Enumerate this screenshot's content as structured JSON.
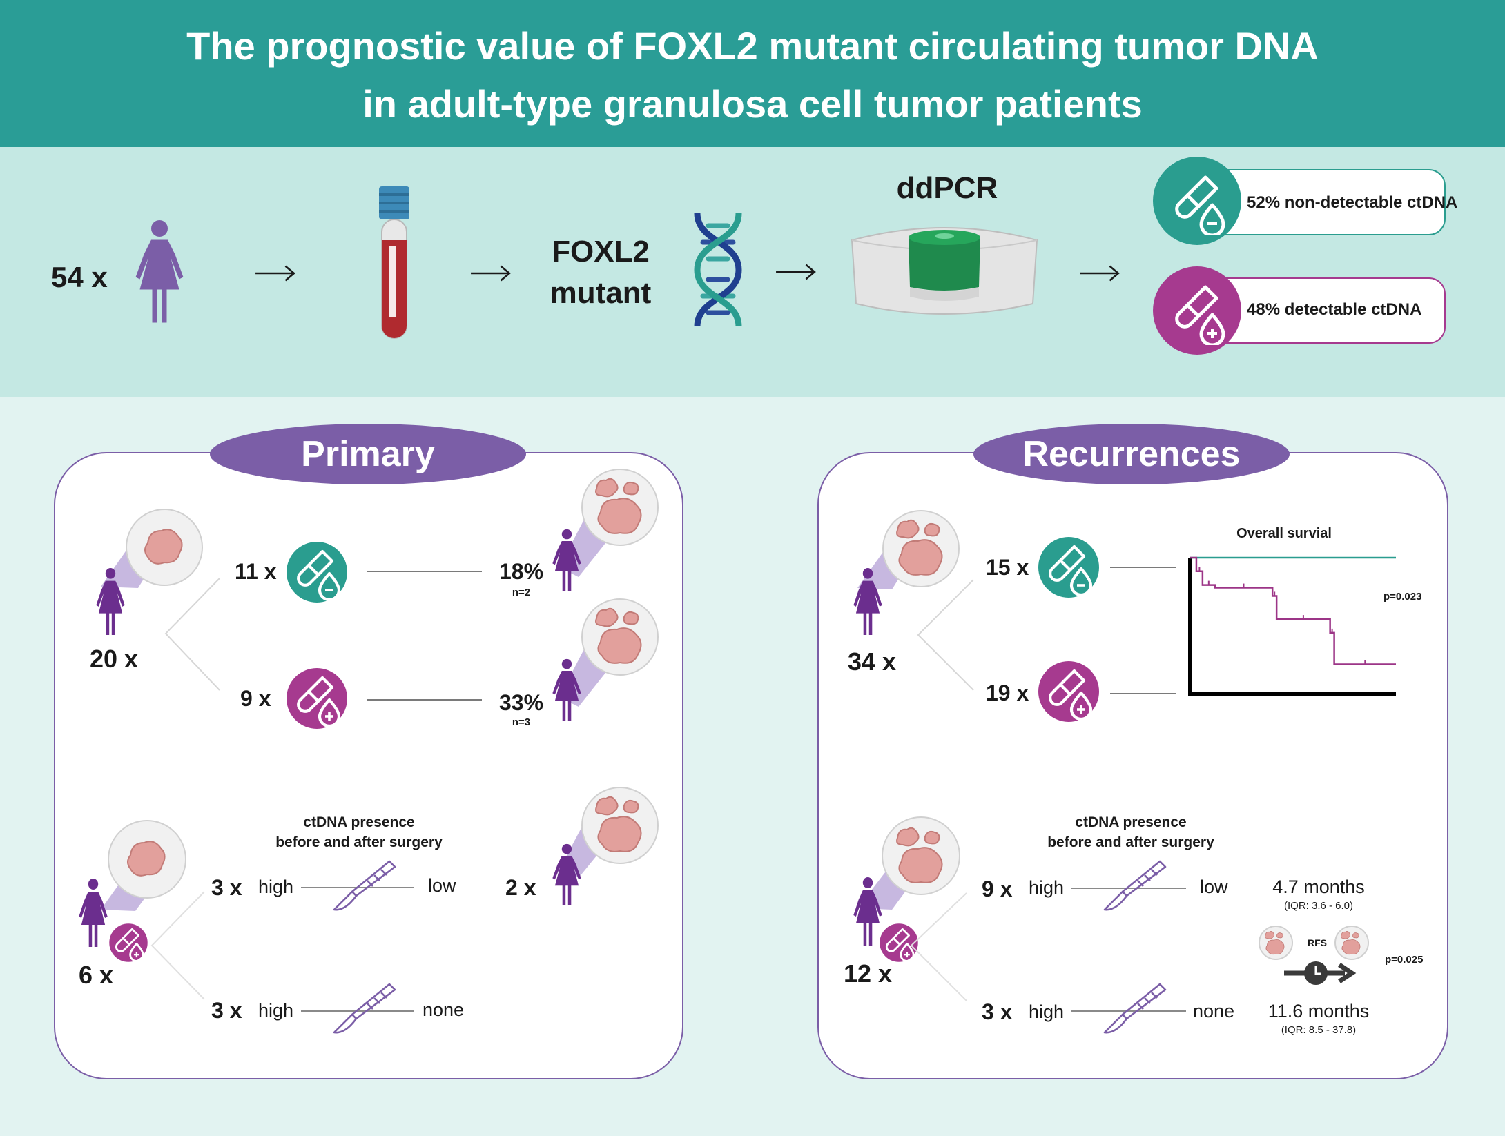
{
  "header": {
    "title_line1": "The prognostic value of FOXL2 mutant circulating tumor DNA",
    "title_line2": "in adult-type granulosa cell tumor patients"
  },
  "workflow": {
    "patients_count": "54 x",
    "mutation_line1": "FOXL2",
    "mutation_line2": "mutant",
    "method": "ddPCR",
    "outcome_negative": "52% non-detectable ctDNA",
    "outcome_positive": "48% detectable ctDNA"
  },
  "primary": {
    "title": "Primary",
    "total": "20 x",
    "neg_count": "11 x",
    "neg_pct": "18%",
    "neg_n": "n=2",
    "pos_count": "9 x",
    "pos_pct": "33%",
    "pos_n": "n=3",
    "surgery_heading_line1": "ctDNA presence",
    "surgery_heading_line2": "before and after surgery",
    "surgery_total": "6 x",
    "row1_count": "3 x",
    "row1_before": "high",
    "row1_after": "low",
    "row1_result": "2 x",
    "row2_count": "3 x",
    "row2_before": "high",
    "row2_after": "none"
  },
  "recurrences": {
    "title": "Recurrences",
    "total": "34 x",
    "neg_count": "15 x",
    "pos_count": "19 x",
    "surgery_heading_line1": "ctDNA presence",
    "surgery_heading_line2": "before and after surgery",
    "surgery_total": "12 x",
    "row1_count": "9 x",
    "row1_before": "high",
    "row1_after": "low",
    "row1_months": "4.7 months",
    "row1_iqr": "(IQR: 3.6 - 6.0)",
    "rfs_label": "RFS",
    "p_value_rfs": "p=0.025",
    "row2_count": "3 x",
    "row2_before": "high",
    "row2_after": "none",
    "row2_months": "11.6 months",
    "row2_iqr": "(IQR: 8.5 - 37.8)"
  },
  "chart_data": {
    "type": "line",
    "title": "Overall survial",
    "annotation": "p=0.023",
    "xlabel": "",
    "ylabel": "",
    "ylim": [
      0,
      1
    ],
    "grid": false,
    "series": [
      {
        "color": "#2a9d8f",
        "x": [
          0,
          100
        ],
        "y": [
          1.0,
          1.0
        ]
      },
      {
        "color": "#9c3587",
        "x": [
          0,
          3,
          6,
          12,
          40,
          42,
          68,
          70,
          100
        ],
        "y": [
          1.0,
          0.9,
          0.8,
          0.78,
          0.72,
          0.55,
          0.45,
          0.22,
          0.22
        ]
      }
    ]
  },
  "colors": {
    "header_bg": "#2a9d96",
    "workflow_bg": "#c4e8e3",
    "negative": "#2a9d8f",
    "positive": "#a63a8f",
    "woman_blue_purple": "#7b5ea7",
    "woman_purple": "#6b2e8e",
    "section_title_bg": "#7b5ea7"
  }
}
